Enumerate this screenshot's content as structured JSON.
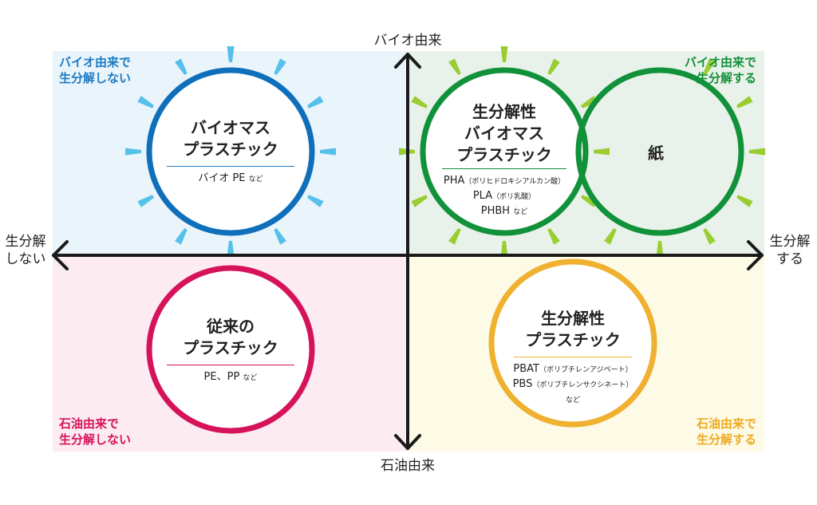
{
  "axes": {
    "top": "バイオ由来",
    "bottom": "石油由来",
    "left": [
      "生分解",
      "しない"
    ],
    "right": [
      "生分解",
      "する"
    ]
  },
  "corners": {
    "top_left": {
      "lines": [
        "バイオ由来で",
        "生分解しない"
      ],
      "color": "#1b7bc4"
    },
    "top_right": {
      "lines": [
        "バイオ由来で",
        "生分解する"
      ],
      "color": "#13913a"
    },
    "bottom_left": {
      "lines": [
        "石油由来で",
        "生分解しない"
      ],
      "color": "#d6125a"
    },
    "bottom_right": {
      "lines": [
        "石油由来で",
        "生分解する"
      ],
      "color": "#eeaa22"
    }
  },
  "circles": {
    "biomass": {
      "title": [
        "バイオマス",
        "プラスチック"
      ],
      "examples": [
        {
          "name": "バイオ PE",
          "note": "など"
        }
      ],
      "color": "#0f6fbb",
      "ray_color": "#55c0ea"
    },
    "conventional": {
      "title": [
        "従来の",
        "プラスチック"
      ],
      "examples": [
        {
          "name": "PE、PP",
          "note": "など"
        }
      ],
      "color": "#d6125a"
    },
    "bio_biodegradable": {
      "title": [
        "生分解性",
        "バイオマス",
        "プラスチック"
      ],
      "examples": [
        {
          "name": "PHA",
          "note": "（ポリヒドロキシアルカン酸）"
        },
        {
          "name": "PLA",
          "note": "（ポリ乳酸）"
        },
        {
          "name": "PHBH",
          "note": "など"
        }
      ],
      "color": "#11923a",
      "ray_color": "#9acd32"
    },
    "paper": {
      "title": "紙",
      "color": "#11923a"
    },
    "biodegradable": {
      "title": [
        "生分解性",
        "プラスチック"
      ],
      "examples": [
        {
          "name": "PBAT",
          "note": "（ポリブチレンアジペート）"
        },
        {
          "name": "PBS",
          "note": "（ポリブチレンサクシネート）"
        },
        {
          "name": "",
          "note": "など"
        }
      ],
      "color": "#f0b030"
    }
  },
  "quadrant_colors": {
    "top_left": "#e9f4fb",
    "top_right": "#e9f2ea",
    "bottom_left": "#fcecf2",
    "bottom_right": "#fdfbe6"
  }
}
